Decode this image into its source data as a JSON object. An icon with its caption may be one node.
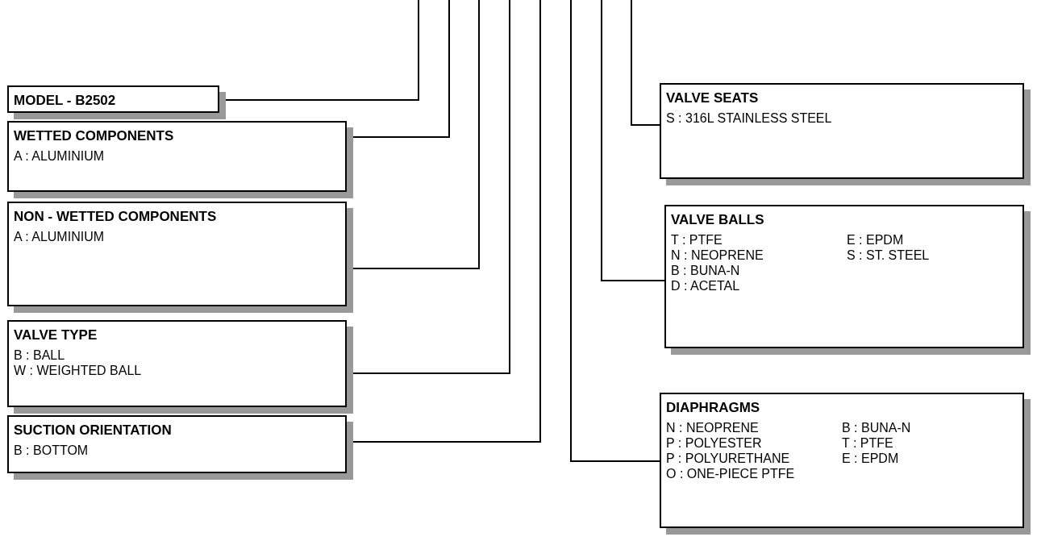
{
  "diagram": {
    "nodes": [
      {
        "text": [
          "MODEL - B2502"
        ]
      },
      {
        "text": [
          "WETTED COMPONENTS",
          "A : ALUMINIUM"
        ]
      },
      {
        "text": [
          "NON - WETTED COMPONENTS",
          "A : ALUMINIUM"
        ]
      },
      {
        "text": [
          "VALVE TYPE",
          "B : BALL",
          "W : WEIGHTED BALL"
        ]
      },
      {
        "text": [
          "SUCTION ORIENTATION",
          "B : BOTTOM"
        ]
      },
      {
        "text": [
          "VALVE SEATS",
          "S : 316L STAINLESS STEEL"
        ]
      },
      {
        "text": [
          "VALVE BALLS",
          "T : PTFE",
          "N : NEOPRENE",
          "B : BUNA-N",
          "D : ACETAL",
          "E : EPDM",
          "S : ST. STEEL"
        ]
      },
      {
        "text": [
          "DIAPHRAGMS",
          "N : NEOPRENE",
          "P : POLYESTER",
          "P : POLYURETHANE",
          "O : ONE-PIECE PTFE",
          "B : BUNA-N",
          "T : PTFE",
          "E : EPDM"
        ]
      }
    ],
    "edges": [
      {
        "from": null,
        "to": 0,
        "arrow": "none"
      },
      {
        "from": null,
        "to": 1,
        "arrow": "none"
      },
      {
        "from": null,
        "to": 2,
        "arrow": "none"
      },
      {
        "from": null,
        "to": 3,
        "arrow": "none"
      },
      {
        "from": null,
        "to": 4,
        "arrow": "none"
      },
      {
        "from": null,
        "to": 7,
        "arrow": "none"
      },
      {
        "from": null,
        "to": 6,
        "arrow": "none"
      },
      {
        "from": null,
        "to": 5,
        "arrow": "none"
      }
    ]
  }
}
